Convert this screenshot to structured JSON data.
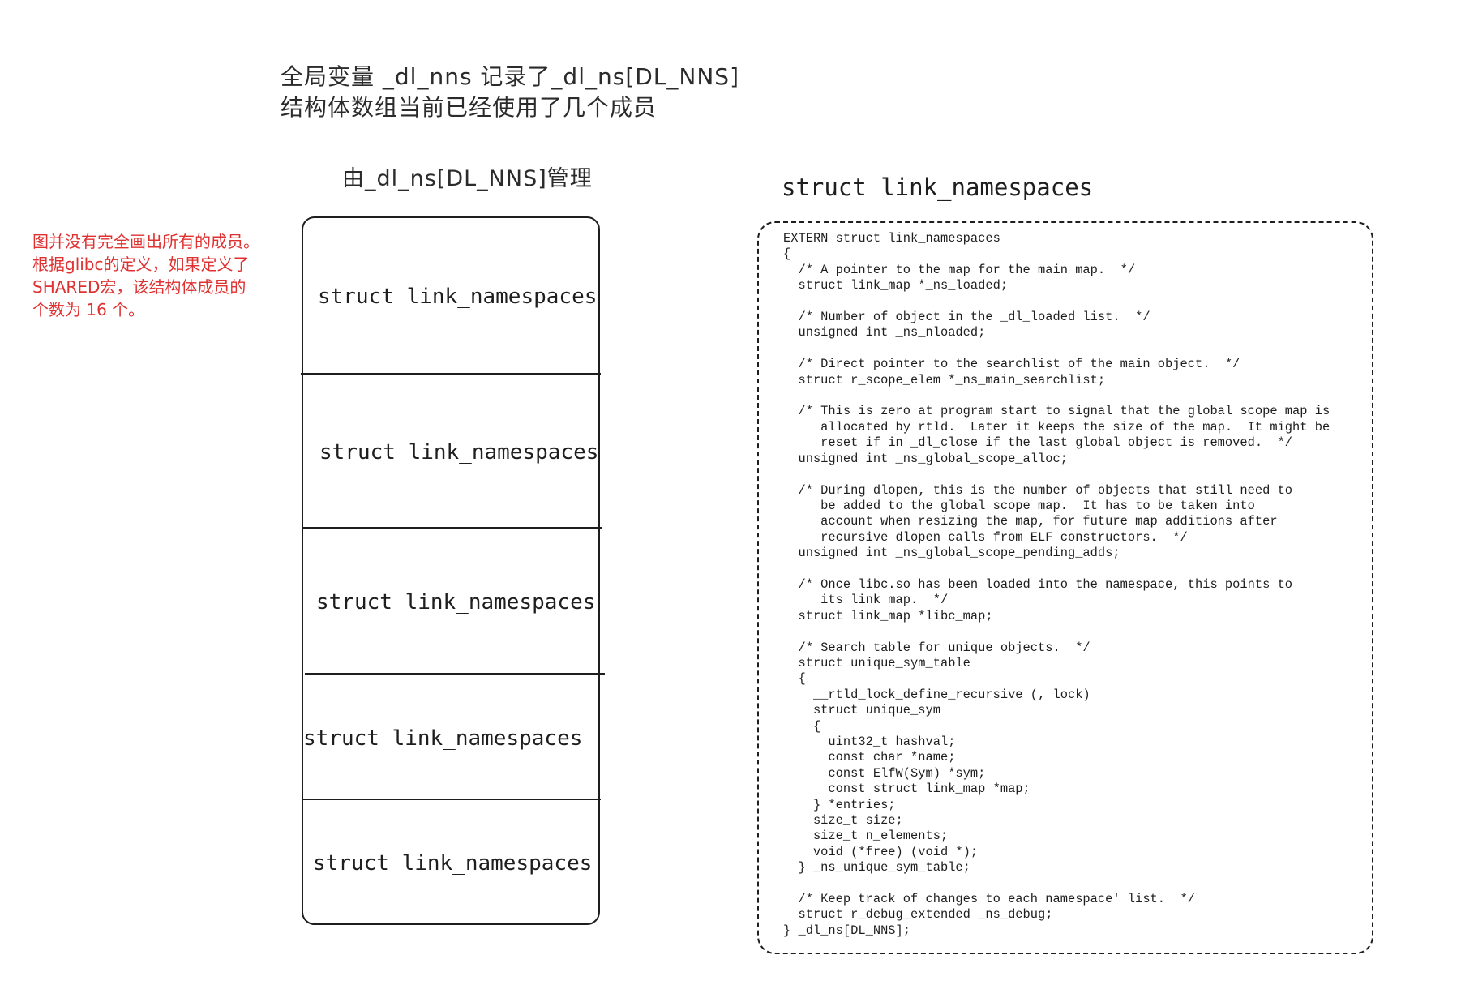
{
  "top_note": {
    "line1": "全局变量 _dl_nns 记录了_dl_ns[DL_NNS]",
    "line2": "结构体数组当前已经使用了几个成员"
  },
  "managed_label": "由_dl_ns[DL_NNS]管理",
  "side_note": {
    "lines": [
      "图并没有完全画出所有的成员。",
      "根据glibc的定义，如果定义了",
      "SHARED宏，该结构体成员的",
      "个数为 16 个。"
    ],
    "color": "#e03131"
  },
  "array_entries": [
    "struct link_namespaces",
    "struct link_namespaces",
    "struct link_namespaces",
    "struct link_namespaces",
    "struct link_namespaces"
  ],
  "struct_title": "struct link_namespaces",
  "code_lines": [
    "EXTERN struct link_namespaces",
    "{",
    "  /* A pointer to the map for the main map.  */",
    "  struct link_map *_ns_loaded;",
    "",
    "  /* Number of object in the _dl_loaded list.  */",
    "  unsigned int _ns_nloaded;",
    "",
    "  /* Direct pointer to the searchlist of the main object.  */",
    "  struct r_scope_elem *_ns_main_searchlist;",
    "",
    "  /* This is zero at program start to signal that the global scope map is",
    "     allocated by rtld.  Later it keeps the size of the map.  It might be",
    "     reset if in _dl_close if the last global object is removed.  */",
    "  unsigned int _ns_global_scope_alloc;",
    "",
    "  /* During dlopen, this is the number of objects that still need to",
    "     be added to the global scope map.  It has to be taken into",
    "     account when resizing the map, for future map additions after",
    "     recursive dlopen calls from ELF constructors.  */",
    "  unsigned int _ns_global_scope_pending_adds;",
    "",
    "  /* Once libc.so has been loaded into the namespace, this points to",
    "     its link map.  */",
    "  struct link_map *libc_map;",
    "",
    "  /* Search table for unique objects.  */",
    "  struct unique_sym_table",
    "  {",
    "    __rtld_lock_define_recursive (, lock)",
    "    struct unique_sym",
    "    {",
    "      uint32_t hashval;",
    "      const char *name;",
    "      const ElfW(Sym) *sym;",
    "      const struct link_map *map;",
    "    } *entries;",
    "    size_t size;",
    "    size_t n_elements;",
    "    void (*free) (void *);",
    "  } _ns_unique_sym_table;",
    "",
    "  /* Keep track of changes to each namespace' list.  */",
    "  struct r_debug_extended _ns_debug;",
    "} _dl_ns[DL_NNS];"
  ]
}
